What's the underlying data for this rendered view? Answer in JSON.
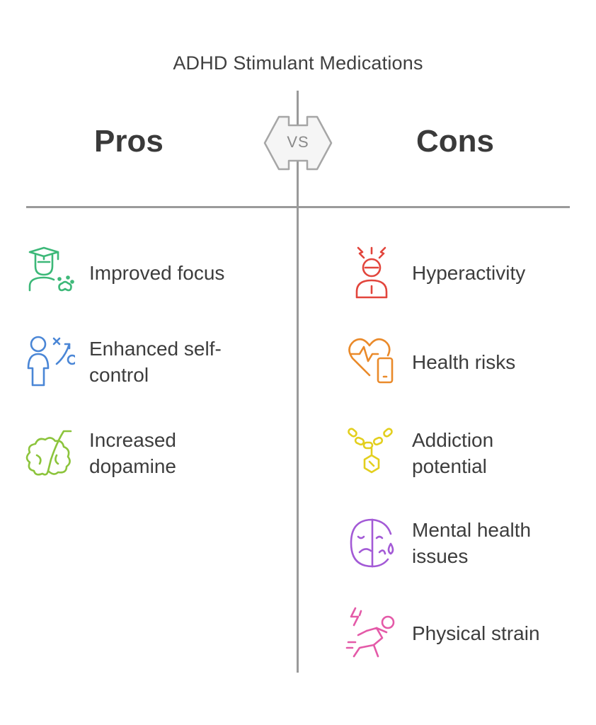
{
  "title": "ADHD Stimulant Medications",
  "vs": "VS",
  "pros": {
    "heading": "Pros",
    "items": [
      {
        "label": "Improved focus",
        "icon": "student-focus-icon",
        "color": "#3cb878"
      },
      {
        "label": "Enhanced self-control",
        "icon": "person-strategy-icon",
        "color": "#4a86d6"
      },
      {
        "label": "Increased dopamine",
        "icon": "brain-icon",
        "color": "#8cc43c"
      }
    ]
  },
  "cons": {
    "heading": "Cons",
    "items": [
      {
        "label": "Hyperactivity",
        "icon": "agitated-person-icon",
        "color": "#e2453c"
      },
      {
        "label": "Health risks",
        "icon": "heart-monitor-icon",
        "color": "#ea8a2a"
      },
      {
        "label": "Addiction potential",
        "icon": "chain-pill-icon",
        "color": "#e3cf1e"
      },
      {
        "label": "Mental health issues",
        "icon": "sad-face-icon",
        "color": "#a35ad6"
      },
      {
        "label": "Physical strain",
        "icon": "falling-person-icon",
        "color": "#e45aa8"
      }
    ]
  }
}
